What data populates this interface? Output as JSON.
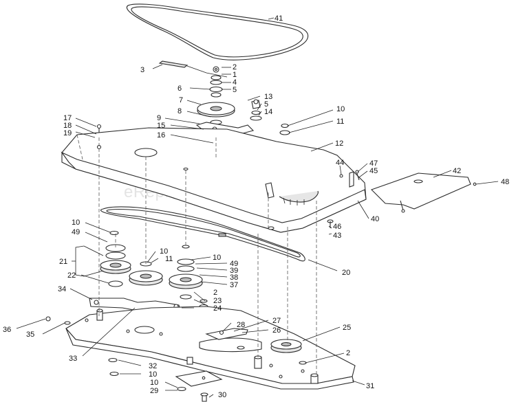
{
  "watermark": "eReplacementParts.com",
  "callouts": {
    "c41": "41",
    "c3": "3",
    "c2a": "2",
    "c1": "1",
    "c4": "4",
    "c5a": "5",
    "c6": "6",
    "c7": "7",
    "c8": "8",
    "c13": "13",
    "c5b": "5",
    "c14": "14",
    "c10a": "10",
    "c11a": "11",
    "c17": "17",
    "c18": "18",
    "c19": "19",
    "c9": "9",
    "c15": "15",
    "c16": "16",
    "c12": "12",
    "c44": "44",
    "c47": "47",
    "c45": "45",
    "c42": "42",
    "c48": "48",
    "c40": "40",
    "c46": "46",
    "c43": "43",
    "c10b": "10",
    "c49a": "49",
    "c10c": "10",
    "c11b": "11",
    "c10d": "10",
    "c49b": "49",
    "c39": "39",
    "c38": "38",
    "c37": "37",
    "c21": "21",
    "c22": "22",
    "c20": "20",
    "c34": "34",
    "c2b": "2",
    "c23": "23",
    "c24": "24",
    "c36": "36",
    "c35": "35",
    "c28": "28",
    "c27": "27",
    "c26": "26",
    "c25": "25",
    "c2c": "2",
    "c33": "33",
    "c32": "32",
    "c10e": "10",
    "c10f": "10",
    "c29": "29",
    "c30": "30",
    "c31": "31"
  }
}
